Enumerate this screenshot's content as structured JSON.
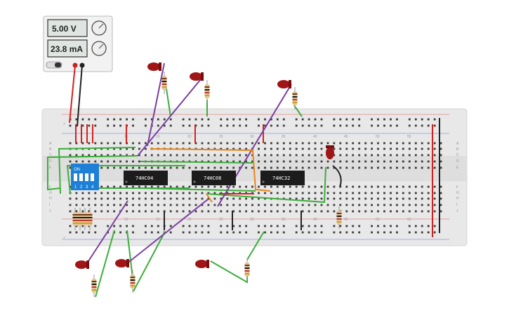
{
  "power_supply": {
    "voltage": "5.00 V",
    "current": "23.8 mA"
  },
  "chips": [
    {
      "label": "74HC04"
    },
    {
      "label": "74HC08"
    },
    {
      "label": "74HC32"
    }
  ],
  "dip_switch": {
    "label": "ON",
    "positions": [
      "1",
      "2",
      "3",
      "4"
    ]
  },
  "breadboard": {
    "column_numbers": [
      "10",
      "15",
      "20",
      "25",
      "30",
      "35",
      "40",
      "45",
      "50",
      "55"
    ],
    "row_letters_top": [
      "A",
      "B",
      "C",
      "D",
      "E"
    ],
    "row_letters_bottom": [
      "F",
      "G",
      "H",
      "I",
      "J"
    ],
    "rail_plus": "+",
    "rail_minus": "-"
  },
  "colors": {
    "board": "#e8e8e8",
    "wire_red": "#d62020",
    "wire_black": "#222222",
    "wire_green": "#3cae3c",
    "wire_purple": "#7b3fa0",
    "wire_orange": "#e8851a",
    "led": "#a01515",
    "chip": "#1c1c1c",
    "dip": "#1d7fd6"
  }
}
